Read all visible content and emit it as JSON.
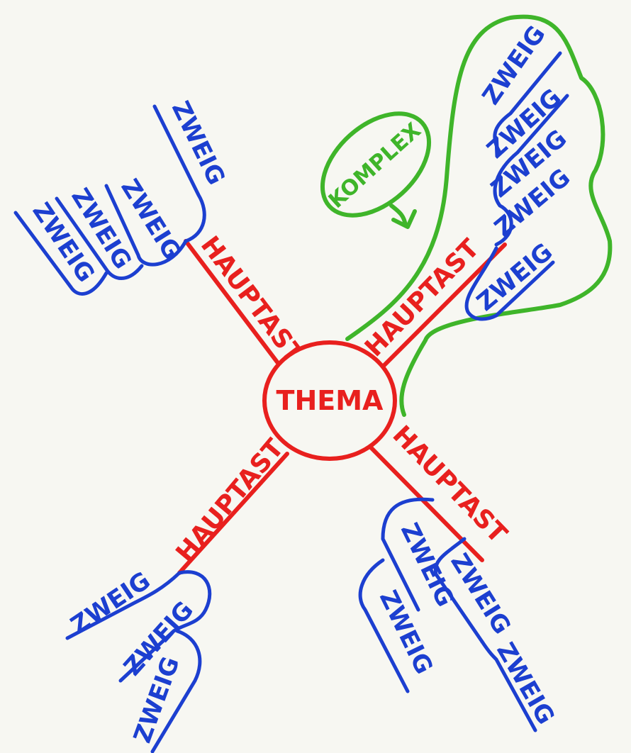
{
  "mindmap": {
    "center": "THEMA",
    "main_branch": "HAUPTAST",
    "sub_branch": "ZWEIG",
    "complex_label": "KOMPLEX",
    "colors": {
      "center": "#e8201e",
      "main": "#e8201e",
      "sub": "#1c3fd0",
      "complex": "#3fb52a",
      "paper": "#f7f7f2"
    }
  }
}
